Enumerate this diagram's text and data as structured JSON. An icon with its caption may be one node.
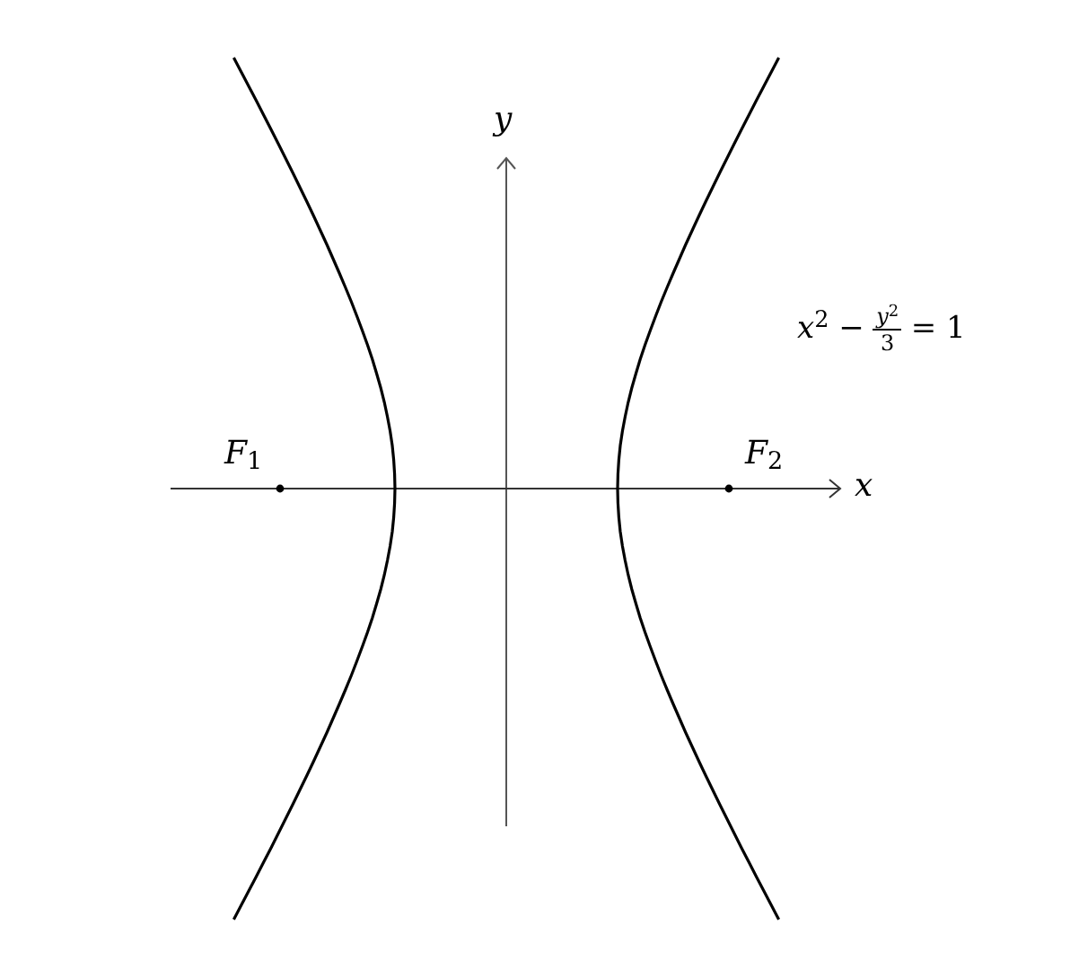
{
  "diagram": {
    "labels": [
      "*y*",
      "*F*$_{1}$",
      "*F*$_{2}$",
      "*x*",
      "*x*$^{2}$ −",
      "*y*$^{2}$",
      "3",
      "= 1"
    ]
  }
}
